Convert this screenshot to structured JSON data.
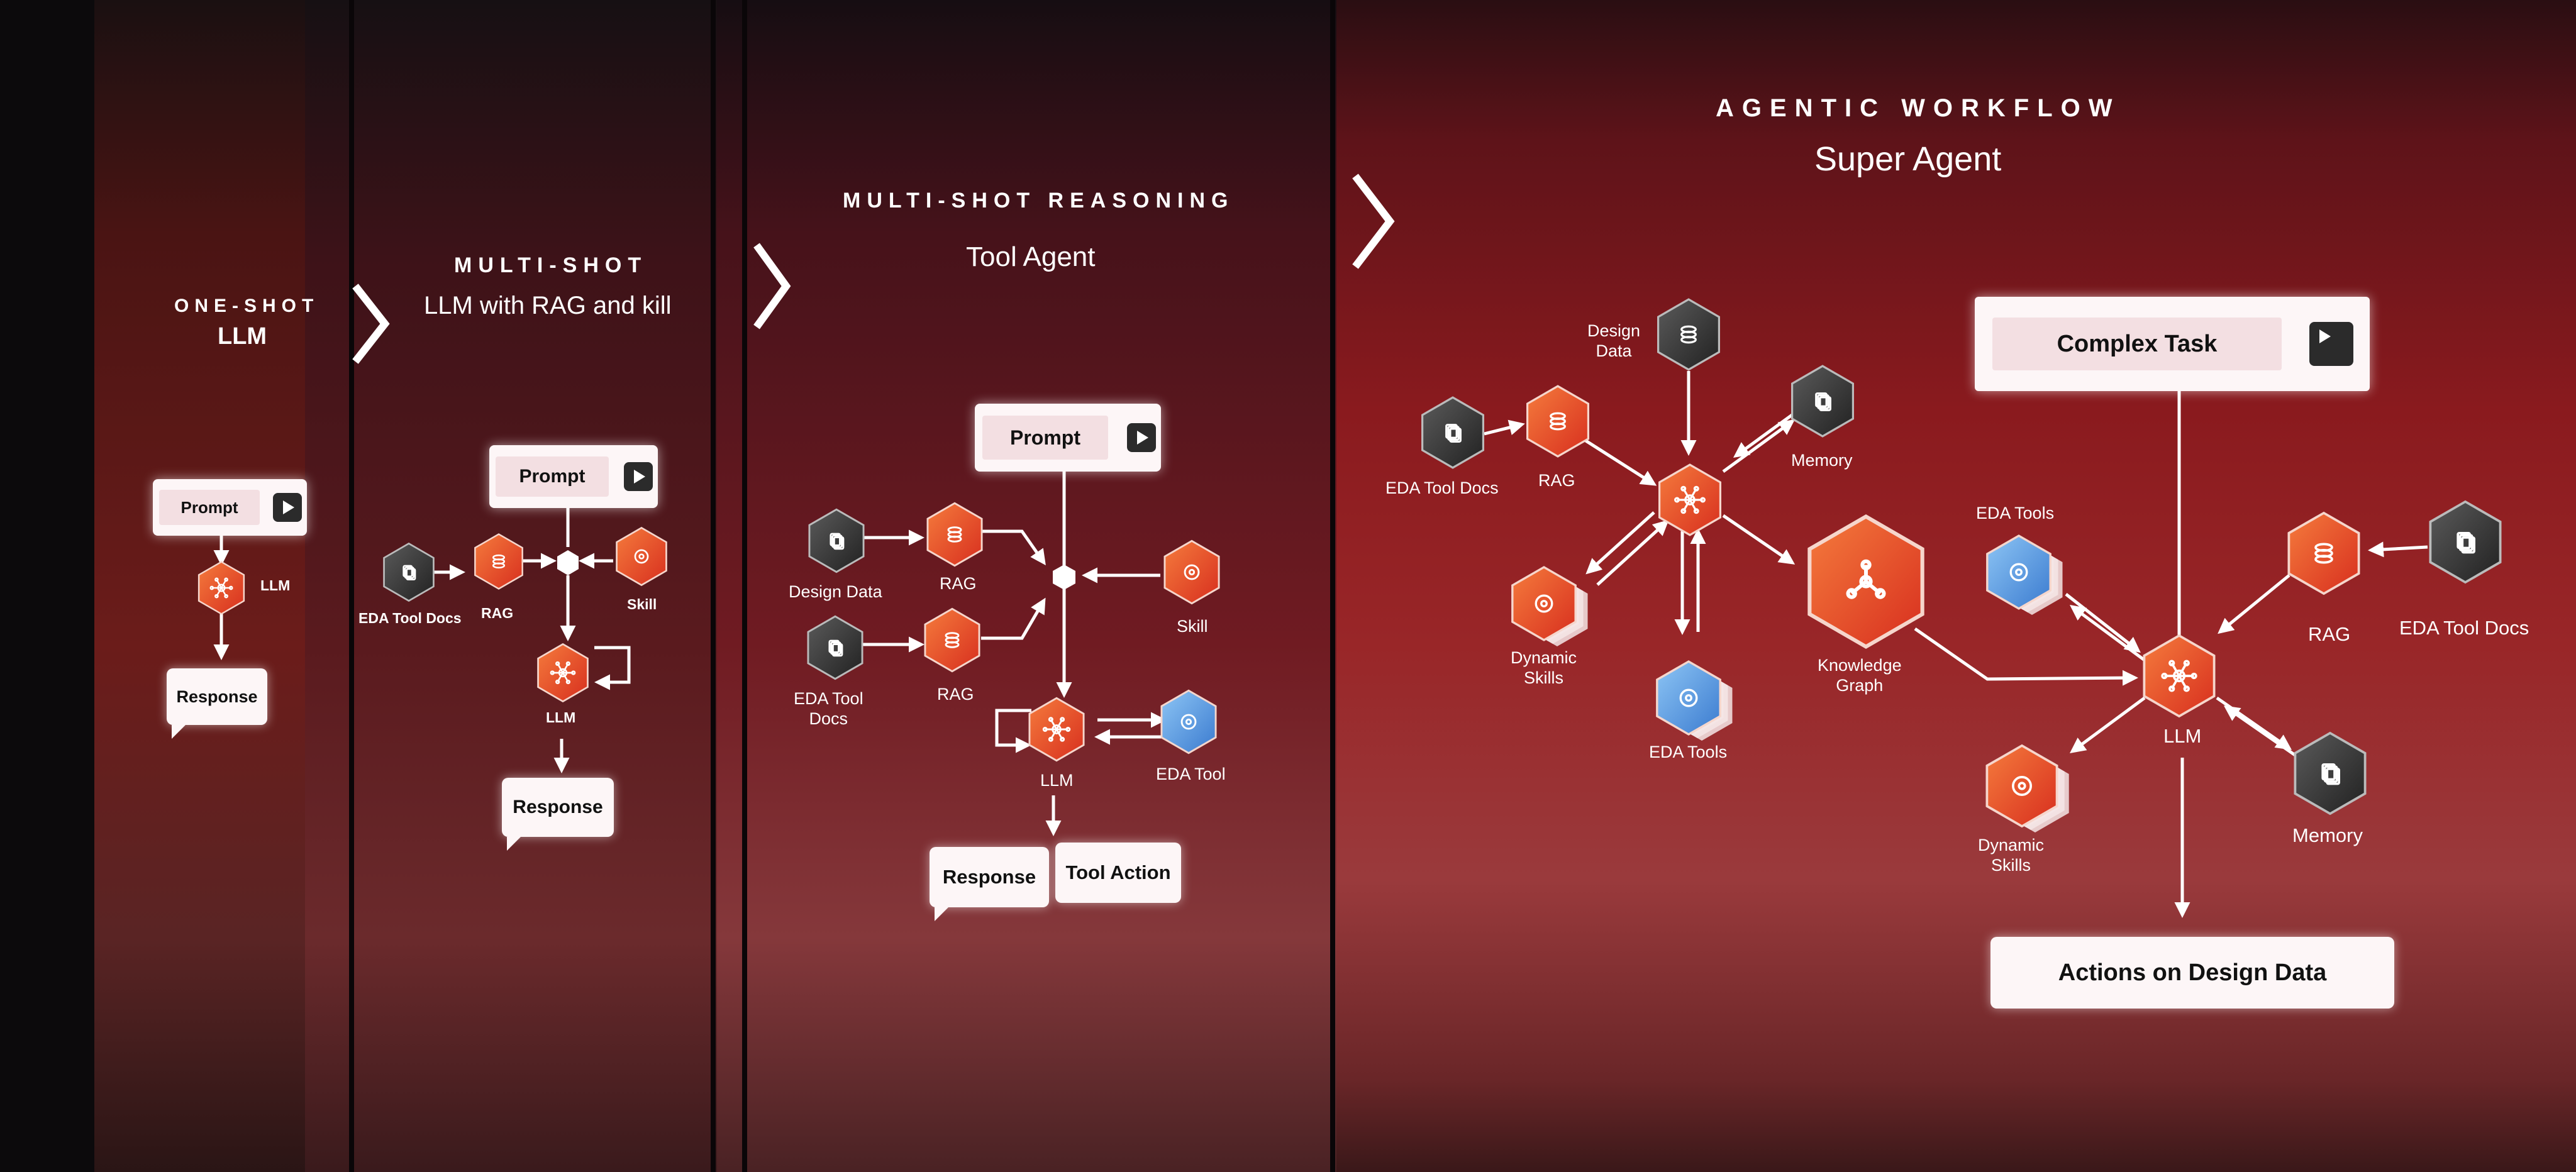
{
  "stages": [
    {
      "kicker": "ONE-SHOT",
      "subtitle": "LLM"
    },
    {
      "kicker": "MULTI-SHOT",
      "subtitle": "LLM with RAG and kill"
    },
    {
      "kicker": "MULTI-SHOT REASONING",
      "subtitle": "Tool Agent"
    },
    {
      "kicker": "AGENTIC WORKFLOW",
      "subtitle": "Super Agent"
    }
  ],
  "one_shot": {
    "prompt": "Prompt",
    "llm": "LLM",
    "response": "Response"
  },
  "multi_shot": {
    "prompt": "Prompt",
    "eda_docs": "EDA Tool Docs",
    "rag": "RAG",
    "skill": "Skill",
    "llm": "LLM",
    "response": "Response"
  },
  "tool_agent": {
    "prompt": "Prompt",
    "design_data": "Design Data",
    "rag1": "RAG",
    "eda_docs": "EDA Tool\nDocs",
    "rag2": "RAG",
    "skill": "Skill",
    "llm": "LLM",
    "eda_tool": "EDA Tool",
    "response": "Response",
    "tool_action": "Tool Action"
  },
  "super_agent": {
    "design_data": "Design\nData",
    "eda_docs": "EDA Tool Docs",
    "rag": "RAG",
    "memory": "Memory",
    "dynamic_skills": "Dynamic\nSkills",
    "eda_tools": "EDA Tools",
    "knowledge_graph": "Knowledge\nGraph",
    "complex_task": "Complex Task",
    "eda_tools_r": "EDA Tools",
    "rag_r": "RAG",
    "eda_docs_r": "EDA Tool Docs",
    "llm": "LLM",
    "dynamic_skills_r": "Dynamic\nSkills",
    "memory_r": "Memory",
    "actions": "Actions on Design Data"
  },
  "colors": {
    "orange": "#e8482a",
    "orange_light": "#f0703a",
    "gray": "#3a3a3a",
    "blue": "#5aa0e0",
    "white": "#ffffff"
  }
}
